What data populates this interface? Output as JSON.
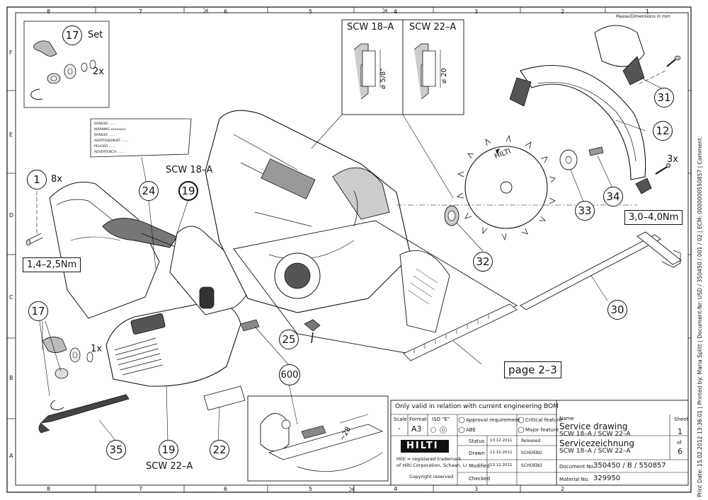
{
  "frame": {
    "zones_top": [
      "8",
      "7",
      "6",
      "5",
      "4",
      "3",
      "2",
      "1"
    ],
    "zones_bottom": [
      "8",
      "7",
      "6",
      "5",
      "4",
      "3",
      "2"
    ],
    "zones_side": [
      "F",
      "E",
      "D",
      "C",
      "B",
      "A"
    ]
  },
  "units_note": "Masse/Dimensions in mm",
  "side_text": "Print Date: 15.02.2012 13:36:01 | Printed by: Maria Splitt | Document-Nr: USD / 350450 / 001 / 02 | ECM: 0000000550857 | Comment:",
  "callouts": {
    "c17_top": "17",
    "set": "Set",
    "x2": "2x",
    "c1": "1",
    "x8": "8x",
    "torque_left": "1,4–2,5Nm",
    "c24": "24",
    "c19_top": "19",
    "scw18_label": "SCW 18–A",
    "c17_bottom": "17",
    "x1": "1x",
    "c35": "35",
    "c19_bottom": "19",
    "c22": "22",
    "scw22_label": "SCW 22–A",
    "c25": "25",
    "c600": "600",
    "page_ref": "page 2–3",
    "c32": "32",
    "c30": "30",
    "c33": "33",
    "c34": "34",
    "c12": "12",
    "c31": "31",
    "x3": "3x",
    "torque_right": "3,0–4,0Nm",
    "detail_scw18": "SCW 18–A",
    "detail_scw22": "SCW 22–A",
    "dim_58": "⌀ 5/8\"",
    "dim_20": "⌀ 20",
    "dim_28": "~28"
  },
  "warning_label": [
    "DANGER .......",
    "WARNING xxxxxxxx",
    "DANGER ......",
    "AVERTISSEMENT .......",
    "PELIGRO .......",
    "ADVERTENCIA ......."
  ],
  "title_block": {
    "validity": "Only valid in relation with current engineering BOM",
    "scale_h": "Scale",
    "scale_v": "-",
    "format_h": "Format",
    "format_v": "A3",
    "iso_h": "ISO \"E\"",
    "approval": "Approval requirement",
    "critical": "Critical feature",
    "abe": "ABE",
    "major": "Major feature",
    "name_h": "Name",
    "name_en": "Service drawing",
    "name_models": "SCW 18–A / SCW 22–A",
    "name_de": "Servicezeichnung",
    "name_models2": "SCW 18–A / SCW 22–A",
    "sheet_h": "Sheet",
    "sheet_v": "1",
    "of": "of",
    "sheets": "6",
    "brand": "HILTI",
    "tm1": "Hilti = registered trademark",
    "tm2": "of Hilti Corporation, Schaan, LI",
    "copyright": "Copyright reserved",
    "status_h": "Status",
    "status_date": "13.12.2011",
    "status_v": "Released",
    "drawn_h": "Drawn",
    "drawn_date": "12.10.2011",
    "drawn_v": "SCHOEBO",
    "modified_h": "Modified",
    "modified_date": "13.12.2011",
    "modified_v": "SCHOEBO",
    "checked_h": "Checked",
    "docno_h": "Document No.",
    "docno_v": "350450 / B / 550857",
    "matno_h": "Material No.",
    "matno_v": "329950"
  },
  "colors": {
    "ink": "#111111",
    "paper": "#ffffff",
    "shade": "#bdbdbd",
    "dark": "#4a4a4a"
  }
}
